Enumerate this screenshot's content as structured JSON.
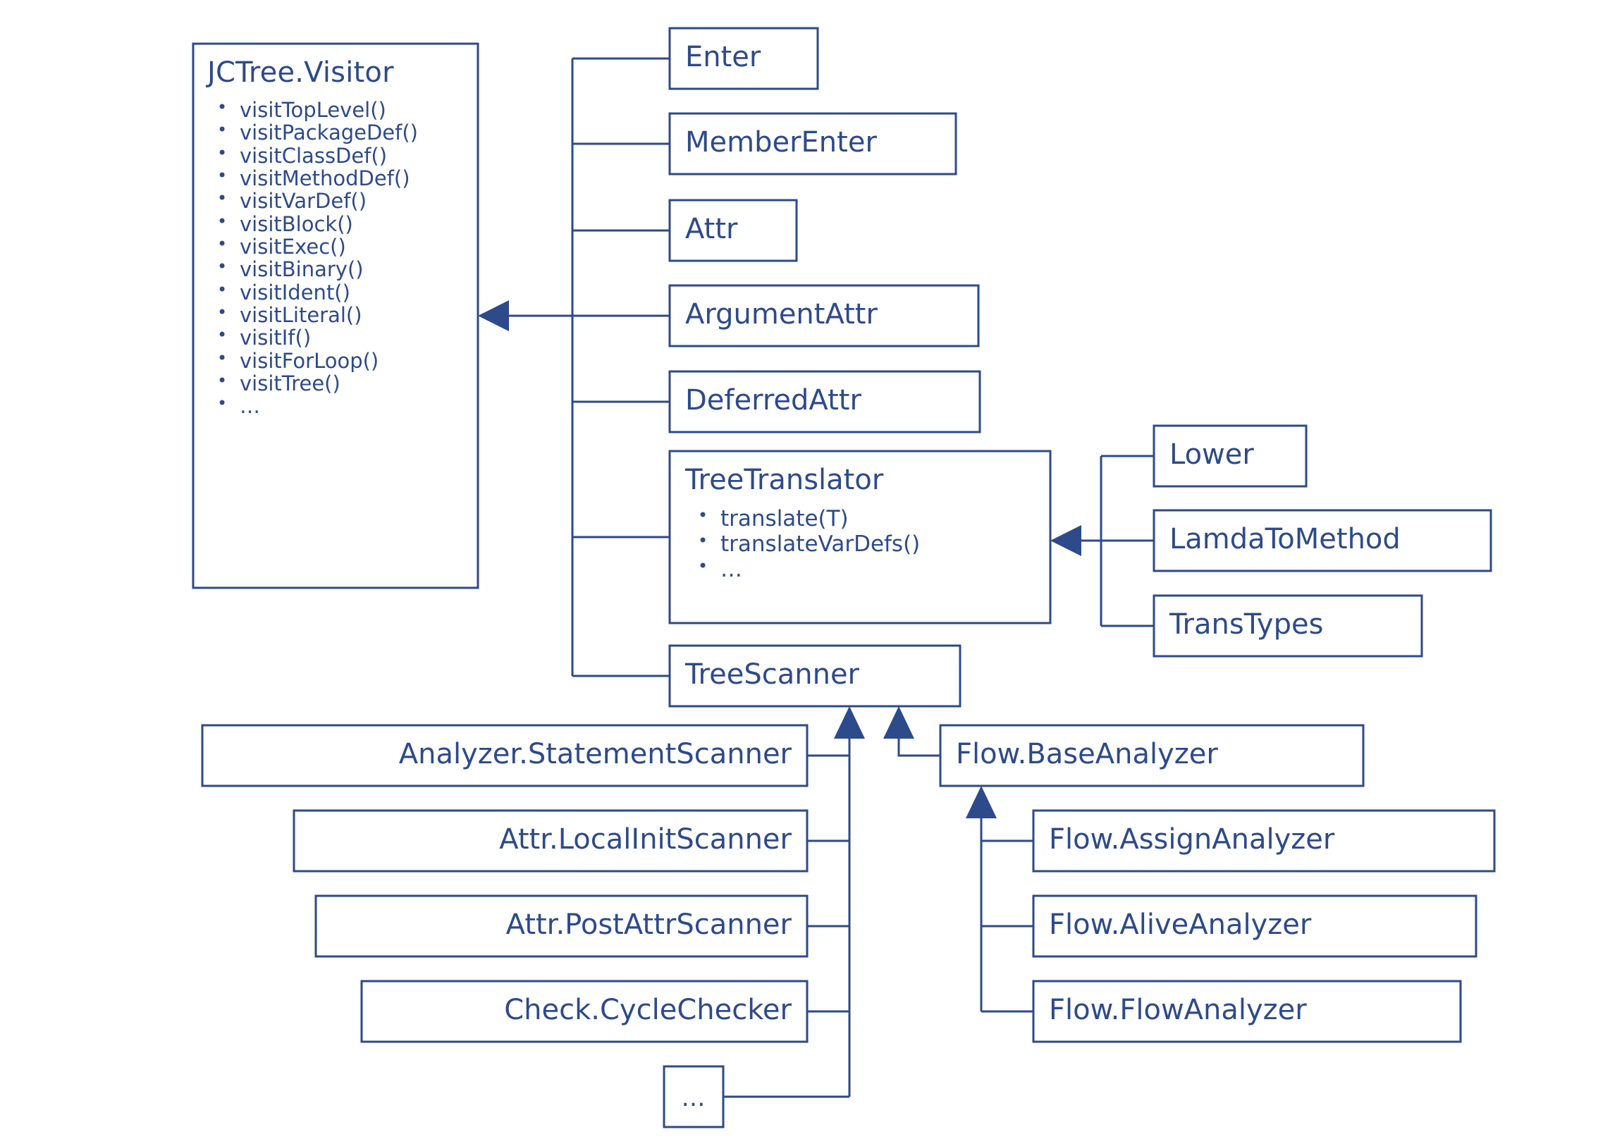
{
  "diagram": {
    "title": "JCTree.Visitor class hierarchy",
    "accent_color": "#2d4a8a",
    "background_color": "#ffffff",
    "root": {
      "name": "JCTree.Visitor",
      "members": [
        "visitTopLevel()",
        "visitPackageDef()",
        "visitClassDef()",
        "visitMethodDef()",
        "visitVarDef()",
        "visitBlock()",
        "visitExec()",
        "visitBinary()",
        "visitIdent()",
        "visitLiteral()",
        "visitIf()",
        "visitForLoop()",
        "visitTree()",
        "…"
      ]
    },
    "visitor_subclasses": [
      {
        "name": "Enter"
      },
      {
        "name": "MemberEnter"
      },
      {
        "name": "Attr"
      },
      {
        "name": "ArgumentAttr"
      },
      {
        "name": "DeferredAttr"
      },
      {
        "name": "TreeTranslator",
        "members": [
          "translate(T)",
          "translateVarDefs()",
          "…"
        ]
      },
      {
        "name": "TreeScanner"
      }
    ],
    "tree_translator_subclasses": [
      {
        "name": "Lower"
      },
      {
        "name": "LamdaToMethod"
      },
      {
        "name": "TransTypes"
      }
    ],
    "tree_scanner_subclasses": [
      {
        "name": "Analyzer.StatementScanner"
      },
      {
        "name": "Attr.LocalInitScanner"
      },
      {
        "name": "Attr.PostAttrScanner"
      },
      {
        "name": "Check.CycleChecker"
      },
      {
        "name": "…"
      },
      {
        "name": "Flow.BaseAnalyzer"
      }
    ],
    "flow_base_analyzer_subclasses": [
      {
        "name": "Flow.AssignAnalyzer"
      },
      {
        "name": "Flow.AliveAnalyzer"
      },
      {
        "name": "Flow.FlowAnalyzer"
      }
    ]
  }
}
